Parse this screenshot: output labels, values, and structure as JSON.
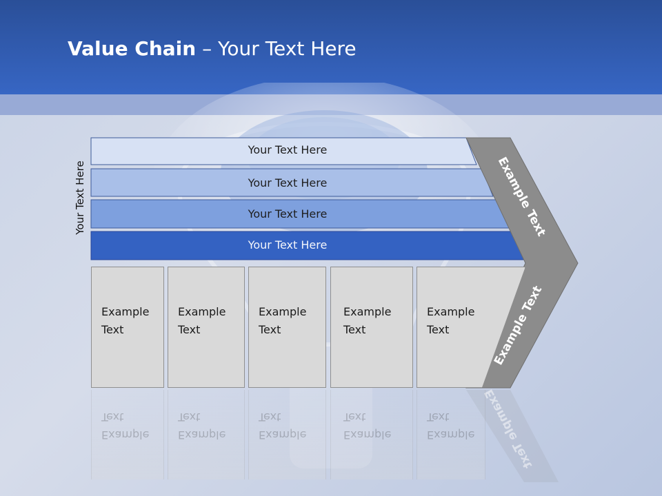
{
  "title": {
    "bold": "Value Chain",
    "rest": " – Your Text Here"
  },
  "side_label": "Your Text Here",
  "rows": [
    {
      "label": "Your Text Here",
      "fill": "#d7e1f4"
    },
    {
      "label": "Your Text Here",
      "fill": "#a9bfe8"
    },
    {
      "label": "Your Text Here",
      "fill": "#7ea0de"
    },
    {
      "label": "Your Text Here",
      "fill": "#3462c2"
    }
  ],
  "boxes": [
    {
      "line1": "Example",
      "line2": "Text"
    },
    {
      "line1": "Example",
      "line2": "Text"
    },
    {
      "line1": "Example",
      "line2": "Text"
    },
    {
      "line1": "Example",
      "line2": "Text"
    },
    {
      "line1": "Example",
      "line2": "Text"
    }
  ],
  "chevron": {
    "upper_label": "Example Text",
    "lower_label": "Example Text",
    "fill": "#8c8c8c"
  }
}
